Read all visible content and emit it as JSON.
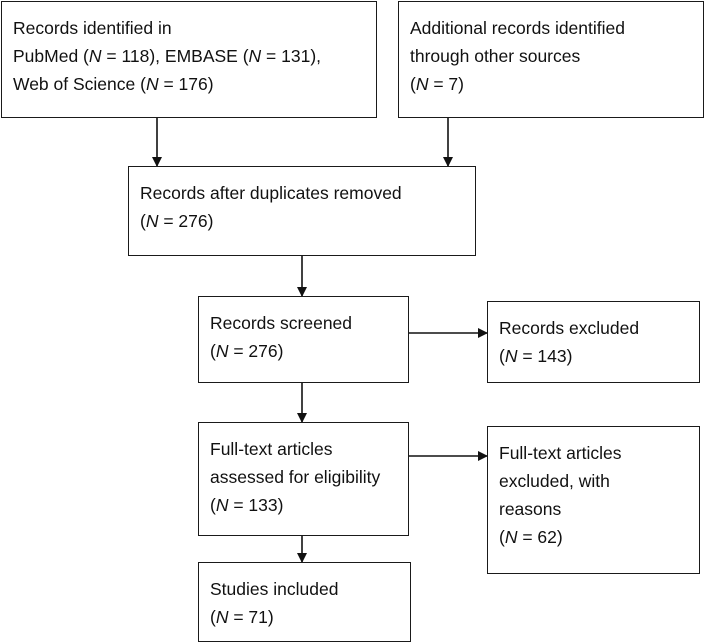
{
  "boxes": {
    "db_records": {
      "line1": "Records identified in",
      "line2": [
        "PubMed (",
        "N",
        " = 118), EMBASE (",
        "N",
        " = 131),"
      ],
      "line3": [
        "Web of Science (",
        "N",
        " = 176)"
      ]
    },
    "other_sources": {
      "line1": "Additional records identified",
      "line2": "through other sources",
      "line3": [
        "(",
        "N",
        " = 7)"
      ]
    },
    "dedup": {
      "line1": "Records after duplicates removed",
      "line2": [
        "(",
        "N",
        " = 276)"
      ]
    },
    "screened": {
      "line1": "Records screened",
      "line2": [
        "(",
        "N",
        " = 276)"
      ]
    },
    "excluded": {
      "line1": "Records excluded",
      "line2": [
        "(",
        "N",
        " = 143)"
      ]
    },
    "fulltext": {
      "line1": "Full-text articles",
      "line2": "assessed for eligibility",
      "line3": [
        "(",
        "N",
        " = 133)"
      ]
    },
    "fulltext_excluded": {
      "line1": "Full-text articles",
      "line2": "excluded, with",
      "line3": "reasons",
      "line4": [
        "(",
        "N",
        " = 62)"
      ]
    },
    "included": {
      "line1": "Studies included",
      "line2": [
        "(",
        "N",
        " = 71)"
      ]
    }
  }
}
